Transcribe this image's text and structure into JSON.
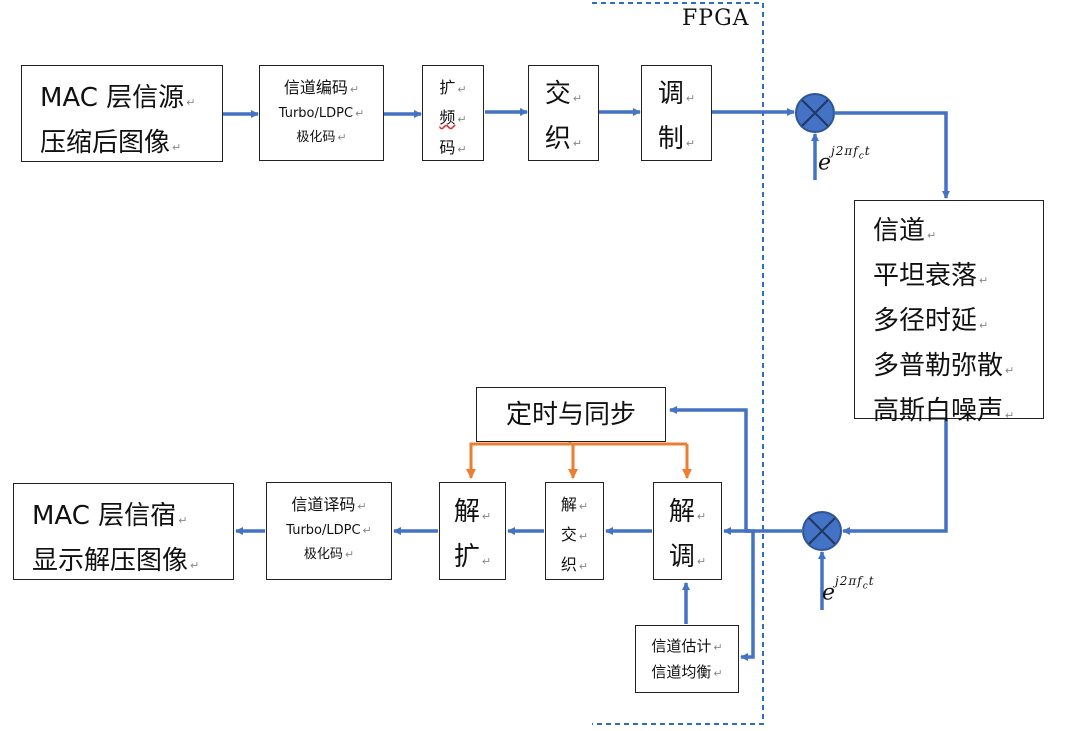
{
  "fpga_label": "FPGA",
  "tx": {
    "source": [
      "MAC 层信源",
      "压缩后图像"
    ],
    "channel_coding": [
      "信道编码",
      "Turbo/LDPC",
      "极化码"
    ],
    "spreading": [
      "扩",
      "频",
      "码"
    ],
    "interleave": [
      "交",
      "织"
    ],
    "modulate": [
      "调",
      "制"
    ]
  },
  "channel": [
    "信道",
    "平坦衰落",
    "多径时延",
    "多普勒弥散",
    "高斯白噪声"
  ],
  "rx": {
    "sink": [
      "MAC 层信宿",
      "显示解压图像"
    ],
    "channel_decoding": [
      "信道译码",
      "Turbo/LDPC",
      "极化码"
    ],
    "despread": [
      "解",
      "扩"
    ],
    "deinterleave": [
      "解",
      "交",
      "织"
    ],
    "demodulate": [
      "解",
      "调"
    ],
    "timing_sync": "定时与同步",
    "estimation": [
      "信道估计",
      "信道均衡"
    ]
  },
  "carrier": {
    "base": "e",
    "exponent": "j2πf",
    "sub": "c",
    "tail": "t"
  },
  "colors": {
    "flow": "#4472C4",
    "sync": "#ED7D31",
    "mixer_fill": "#4472C4",
    "fpga_border": "#2F6EBA"
  }
}
